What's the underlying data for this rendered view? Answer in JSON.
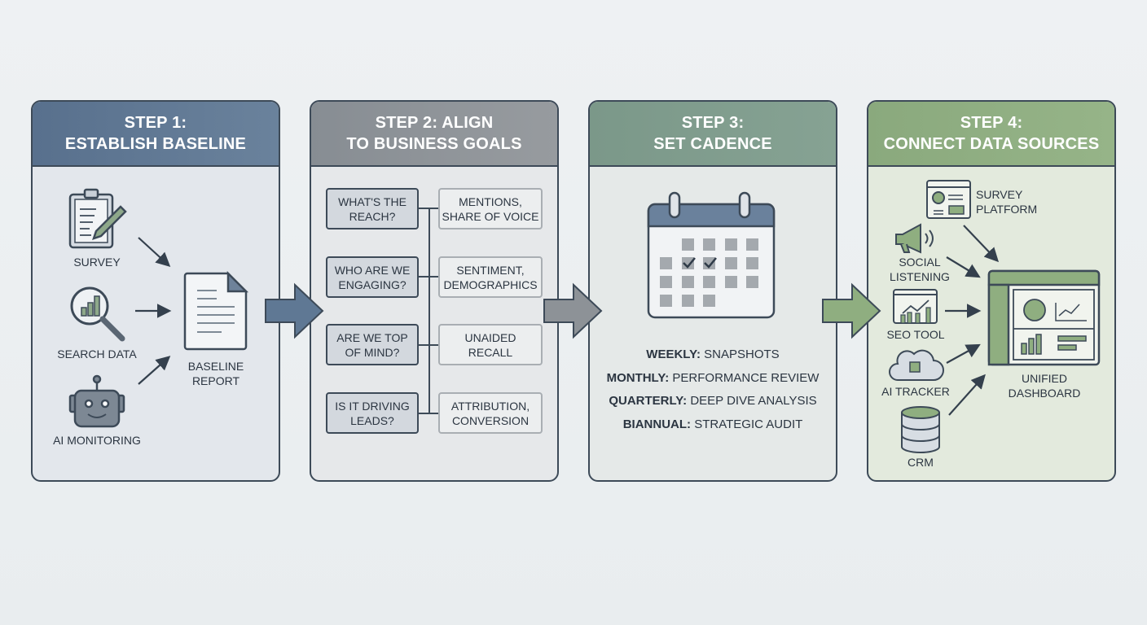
{
  "colors": {
    "step1": "#5f7894",
    "step2": "#8d9297",
    "step3": "#7f9c8c",
    "step4": "#8fae80",
    "border": "#3d4a58"
  },
  "steps": [
    {
      "title_line1": "STEP 1:",
      "title_line2": "ESTABLISH BASELINE",
      "inputs": [
        {
          "label": "SURVEY",
          "icon": "clipboard-pencil-icon"
        },
        {
          "label": "SEARCH DATA",
          "icon": "magnifier-chart-icon"
        },
        {
          "label": "AI MONITORING",
          "icon": "robot-icon"
        }
      ],
      "output": {
        "line1": "BASELINE",
        "line2": "REPORT",
        "icon": "document-icon"
      }
    },
    {
      "title_line1": "STEP 2: ALIGN",
      "title_line2": "TO BUSINESS GOALS",
      "rows": [
        {
          "question": [
            "WHAT'S THE",
            "REACH?"
          ],
          "metric": [
            "MENTIONS,",
            "SHARE OF VOICE"
          ]
        },
        {
          "question": [
            "WHO ARE WE",
            "ENGAGING?"
          ],
          "metric": [
            "SENTIMENT,",
            "DEMOGRAPHICS"
          ]
        },
        {
          "question": [
            "ARE WE TOP",
            "OF MIND?"
          ],
          "metric": [
            "UNAIDED",
            "RECALL"
          ]
        },
        {
          "question": [
            "IS IT DRIVING",
            "LEADS?"
          ],
          "metric": [
            "ATTRIBUTION,",
            "CONVERSION"
          ]
        }
      ]
    },
    {
      "title_line1": "STEP 3:",
      "title_line2": "SET CADENCE",
      "icon": "calendar-icon",
      "cadence": [
        {
          "period": "WEEKLY:",
          "task": "SNAPSHOTS"
        },
        {
          "period": "MONTHLY:",
          "task": "PERFORMANCE REVIEW"
        },
        {
          "period": "QUARTERLY:",
          "task": "DEEP DIVE ANALYSIS"
        },
        {
          "period": "BIANNUAL:",
          "task": "STRATEGIC AUDIT"
        }
      ]
    },
    {
      "title_line1": "STEP 4:",
      "title_line2": "CONNECT DATA SOURCES",
      "sources": [
        {
          "line1": "SURVEY",
          "line2": "PLATFORM"
        },
        {
          "line1": "SOCIAL",
          "line2": "LISTENING"
        },
        {
          "line1": "SEO TOOL"
        },
        {
          "line1": "AI TRACKER"
        },
        {
          "line1": "CRM"
        }
      ],
      "output": {
        "line1": "UNIFIED",
        "line2": "DASHBOARD"
      }
    }
  ]
}
